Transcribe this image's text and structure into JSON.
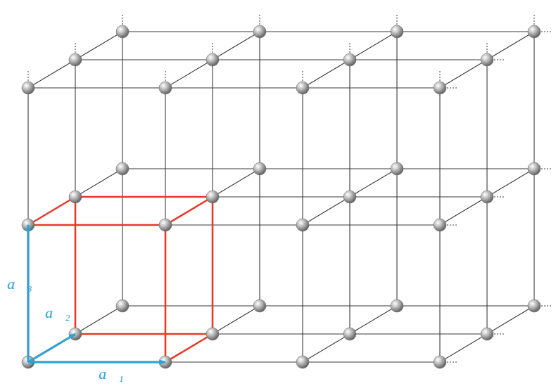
{
  "diagram": {
    "labels": [
      "a⃗₁",
      "a⃗₂",
      "a⃗₃"
    ]
  }
}
